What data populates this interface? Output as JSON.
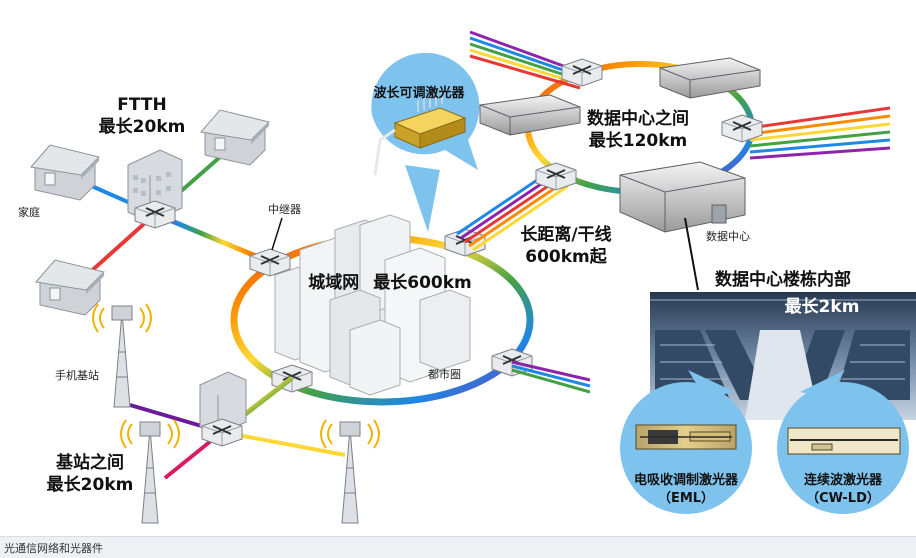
{
  "diagram": {
    "ftth": {
      "title": "FTTH",
      "distance": "最长20km"
    },
    "home": "家庭",
    "repeater": "中继器",
    "metro": {
      "title": "城域网",
      "distance": "最长600km"
    },
    "downtown": "都市圈",
    "base_station": "手机基站",
    "between_base": {
      "title": "基站之间",
      "distance": "最长20km"
    },
    "tunable_laser": "波长可调激光器",
    "long_haul": {
      "title": "长距离/干线",
      "distance": "600km起"
    },
    "between_dc": {
      "title": "数据中心之间",
      "distance": "最长120km"
    },
    "datacenter": "数据中心",
    "intra_dc": {
      "title": "数据中心楼栋内部",
      "distance": "最长2km"
    },
    "eml": {
      "name": "电吸收调制激光器",
      "abbr": "（EML）"
    },
    "cwld": {
      "name": "连续波激光器",
      "abbr": "（CW-LD）"
    }
  },
  "caption": "光通信网络和光器件",
  "colors": {
    "ring_gradient": [
      "#e53935",
      "#fb8c00",
      "#fdd835",
      "#43a047",
      "#1e88e5",
      "#8e24aa"
    ],
    "switch_fill": "#e9ebee",
    "bubble": "#7ec3ee",
    "server_room": "#5f7590"
  }
}
